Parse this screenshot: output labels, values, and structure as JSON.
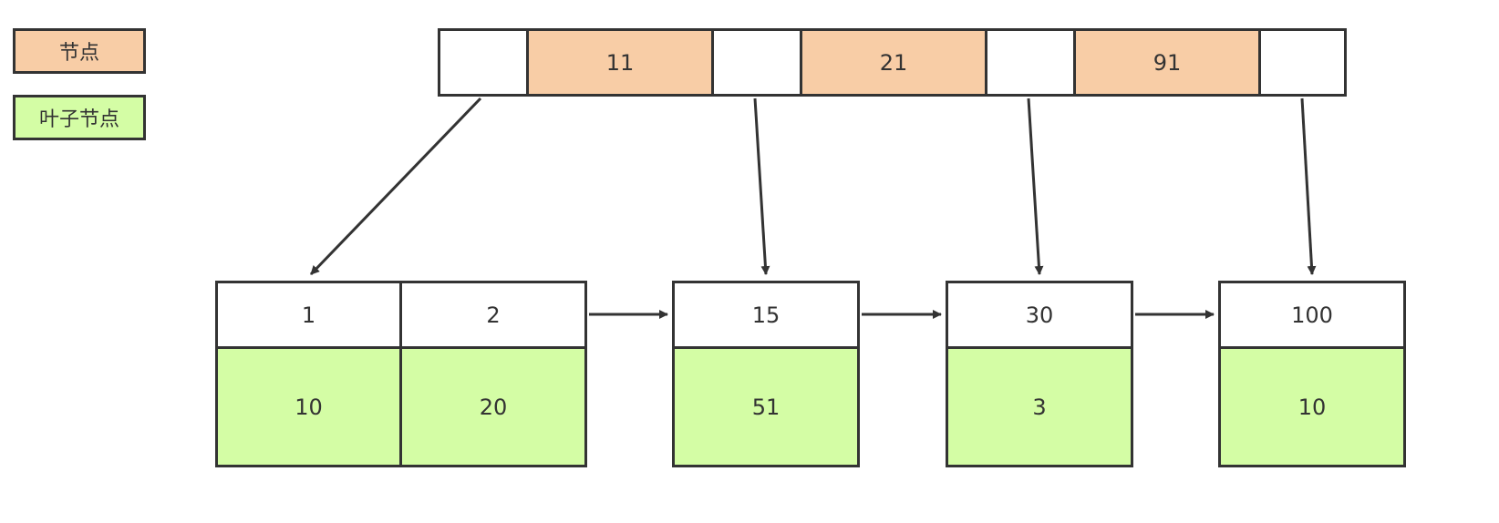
{
  "legend": [
    {
      "label": "节点",
      "color": "#f8cda6"
    },
    {
      "label": "叶子节点",
      "color": "#d4fda5"
    }
  ],
  "colors": {
    "pointer_cell": "#ffffff",
    "key_cell": "#f8cda6",
    "leaf_value": "#d4fda5",
    "stroke": "#333333"
  },
  "root": {
    "keys": [
      "11",
      "21",
      "91"
    ]
  },
  "leaves": [
    {
      "keys": [
        "1",
        "2"
      ],
      "values": [
        "10",
        "20"
      ]
    },
    {
      "keys": [
        "15"
      ],
      "values": [
        "51"
      ]
    },
    {
      "keys": [
        "30"
      ],
      "values": [
        "3"
      ]
    },
    {
      "keys": [
        "100"
      ],
      "values": [
        "10"
      ]
    }
  ]
}
